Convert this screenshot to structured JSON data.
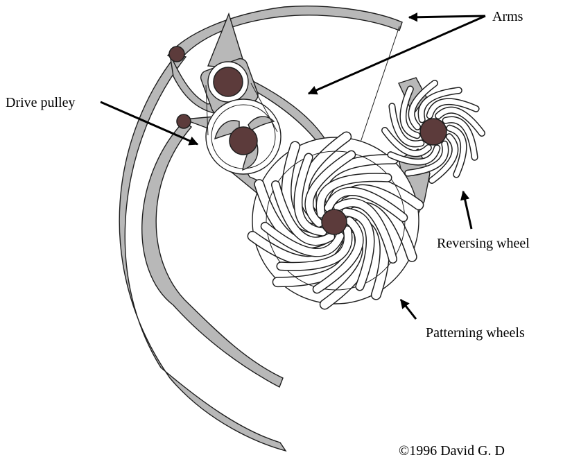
{
  "labels": {
    "arms": "Arms",
    "drive_pulley": "Drive pulley",
    "reversing_wheel": "Reversing wheel",
    "patterning_wheels": "Patterning wheels",
    "copyright": "©1996 David G. D"
  },
  "colors": {
    "arm_fill": "#b8b8b8",
    "hub_fill": "#5c3b3b",
    "outline": "#1e1e1e"
  }
}
